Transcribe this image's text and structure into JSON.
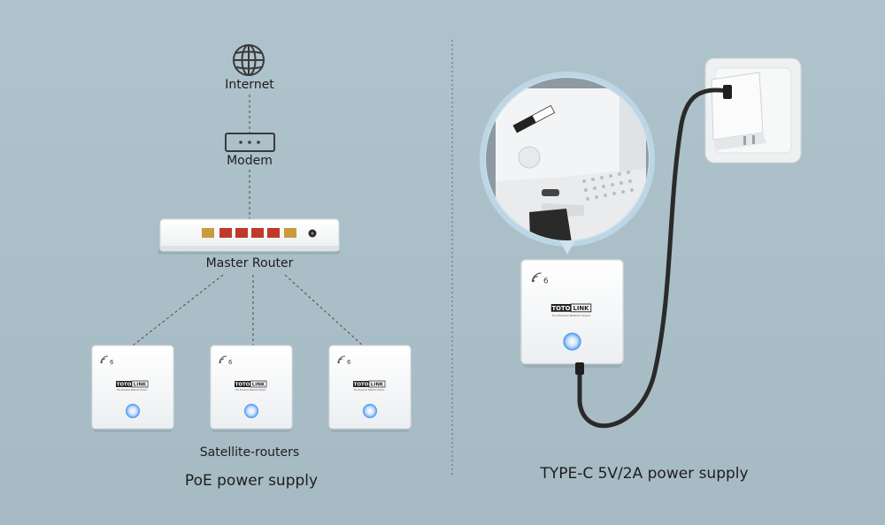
{
  "diagram": {
    "internet_label": "Internet",
    "modem_label": "Modem",
    "master_router_label": "Master Router",
    "satellites_label": "Satellite-routers",
    "poe_caption": "PoE power supply",
    "typec_caption": "TYPE-C 5V/2A power supply",
    "brand_left": "TOTO",
    "brand_right": "LINK",
    "brand_tagline": "The Powerful Network Expert",
    "wifi_badge": "6",
    "icons": [
      "globe-icon",
      "modem-icon",
      "router-device",
      "wall-ap-device",
      "power-adapter",
      "wall-socket"
    ],
    "colors": {
      "background": "#aabfc9",
      "device_white": "#f6f7f8",
      "port_red": "#c0392b",
      "port_amber": "#c89b3c",
      "led_blue": "#7fb8ff",
      "cable": "#2a2a2a",
      "dashed_line": "#4a4a4a"
    }
  }
}
